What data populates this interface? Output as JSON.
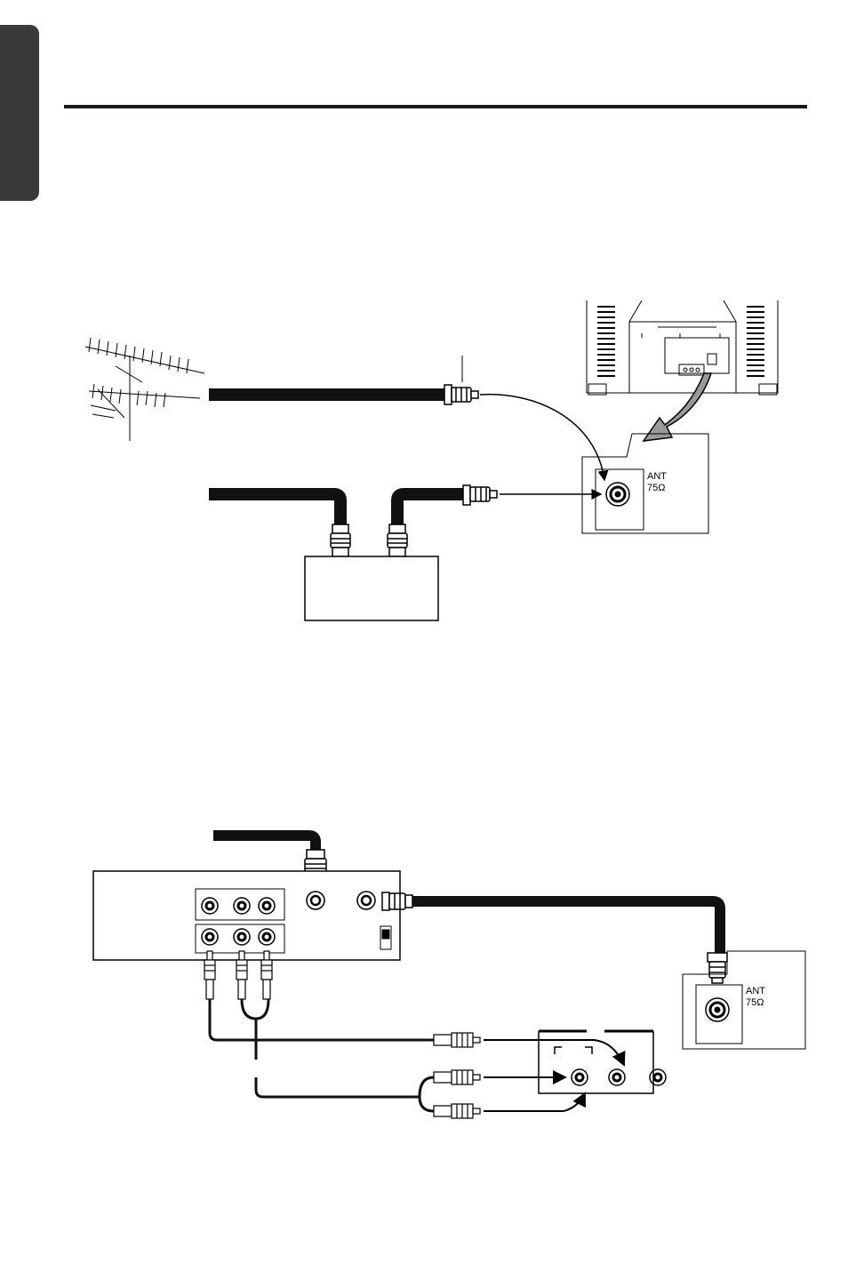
{
  "labels": {
    "ant_label_top": "ANT",
    "ohm_label_top": "75Ω",
    "ant_label_bottom": "ANT",
    "ohm_label_bottom": "75Ω"
  },
  "colors": {
    "ink": "#000000",
    "cable": "#111111",
    "tab": "#3a3a3a",
    "arrow_fill": "#9a9a9a"
  }
}
